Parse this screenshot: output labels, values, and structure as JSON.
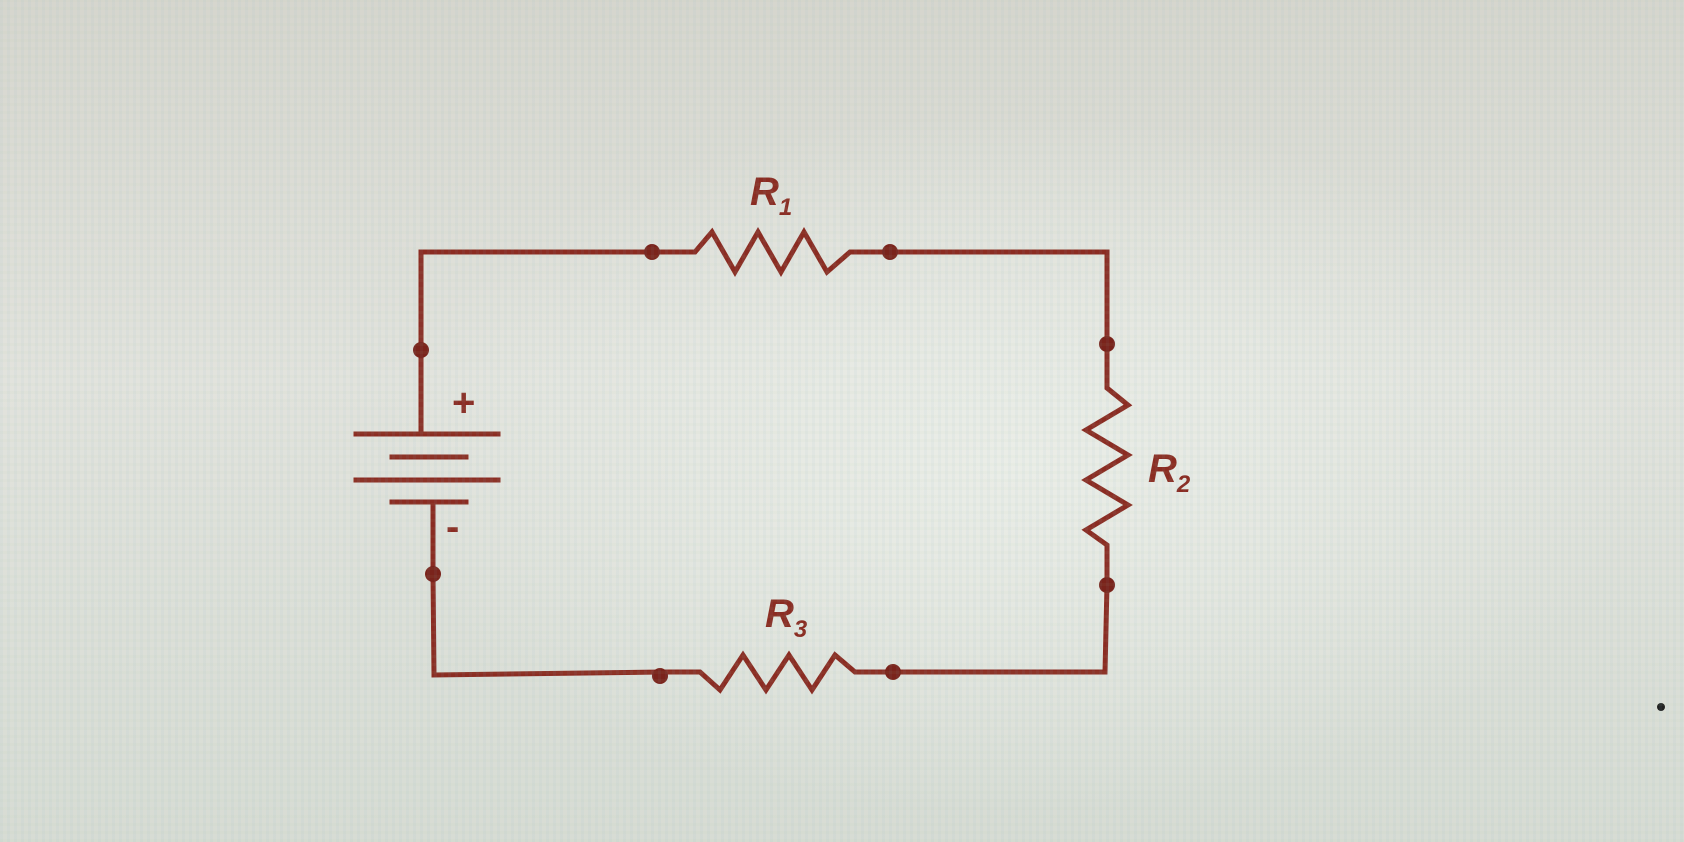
{
  "diagram": {
    "colors": {
      "wire": "#8b2c22",
      "node": "#7a231b"
    },
    "resistors": [
      {
        "name": "R",
        "subscript": "1"
      },
      {
        "name": "R",
        "subscript": "2"
      },
      {
        "name": "R",
        "subscript": "3"
      }
    ],
    "battery": {
      "positive_label": "+",
      "negative_label": "-"
    }
  }
}
